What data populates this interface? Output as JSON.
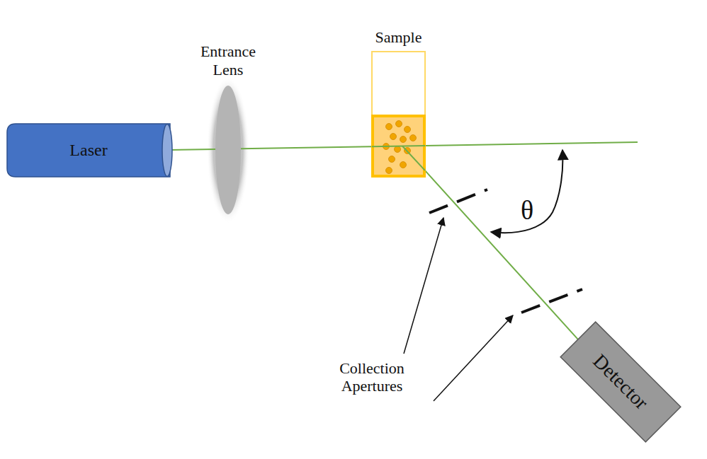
{
  "diagram": {
    "nodes": [
      {
        "text": [
          "Laser"
        ]
      },
      {
        "text": [
          "Entrance Lens"
        ]
      },
      {
        "text": [
          "Sample"
        ]
      },
      {
        "text": [
          "Detector"
        ]
      }
    ],
    "edges": [
      {
        "from": 0,
        "to": 1,
        "arrow": "none"
      },
      {
        "from": 1,
        "to": 2,
        "arrow": "none"
      },
      {
        "from": 2,
        "to": 3,
        "arrow": "none"
      }
    ],
    "labels": [
      "θ",
      "Collection Apertures"
    ]
  }
}
